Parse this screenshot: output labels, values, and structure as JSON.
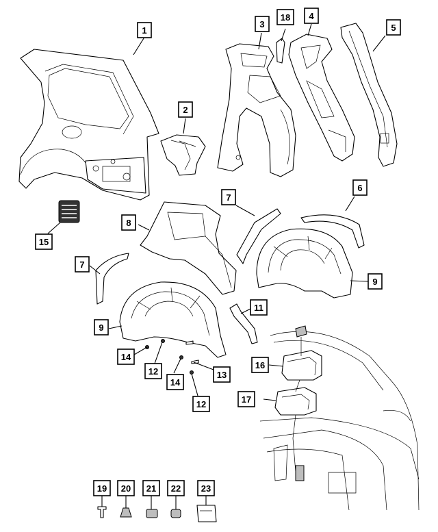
{
  "callouts": [
    {
      "id": "c1",
      "label": "1"
    },
    {
      "id": "c2",
      "label": "2"
    },
    {
      "id": "c3",
      "label": "3"
    },
    {
      "id": "c18",
      "label": "18"
    },
    {
      "id": "c4",
      "label": "4"
    },
    {
      "id": "c5",
      "label": "5"
    },
    {
      "id": "c7a",
      "label": "7"
    },
    {
      "id": "c6",
      "label": "6"
    },
    {
      "id": "c8",
      "label": "8"
    },
    {
      "id": "c15",
      "label": "15"
    },
    {
      "id": "c7b",
      "label": "7"
    },
    {
      "id": "c9a",
      "label": "9"
    },
    {
      "id": "c11",
      "label": "11"
    },
    {
      "id": "c9b",
      "label": "9"
    },
    {
      "id": "c14a",
      "label": "14"
    },
    {
      "id": "c12a",
      "label": "12"
    },
    {
      "id": "c16",
      "label": "16"
    },
    {
      "id": "c13",
      "label": "13"
    },
    {
      "id": "c14b",
      "label": "14"
    },
    {
      "id": "c17",
      "label": "17"
    },
    {
      "id": "c12b",
      "label": "12"
    },
    {
      "id": "c19",
      "label": "19"
    },
    {
      "id": "c20",
      "label": "20"
    },
    {
      "id": "c21",
      "label": "21"
    },
    {
      "id": "c22",
      "label": "22"
    },
    {
      "id": "c23",
      "label": "23"
    }
  ],
  "colors": {
    "ink": "#000000",
    "paper": "#ffffff"
  }
}
